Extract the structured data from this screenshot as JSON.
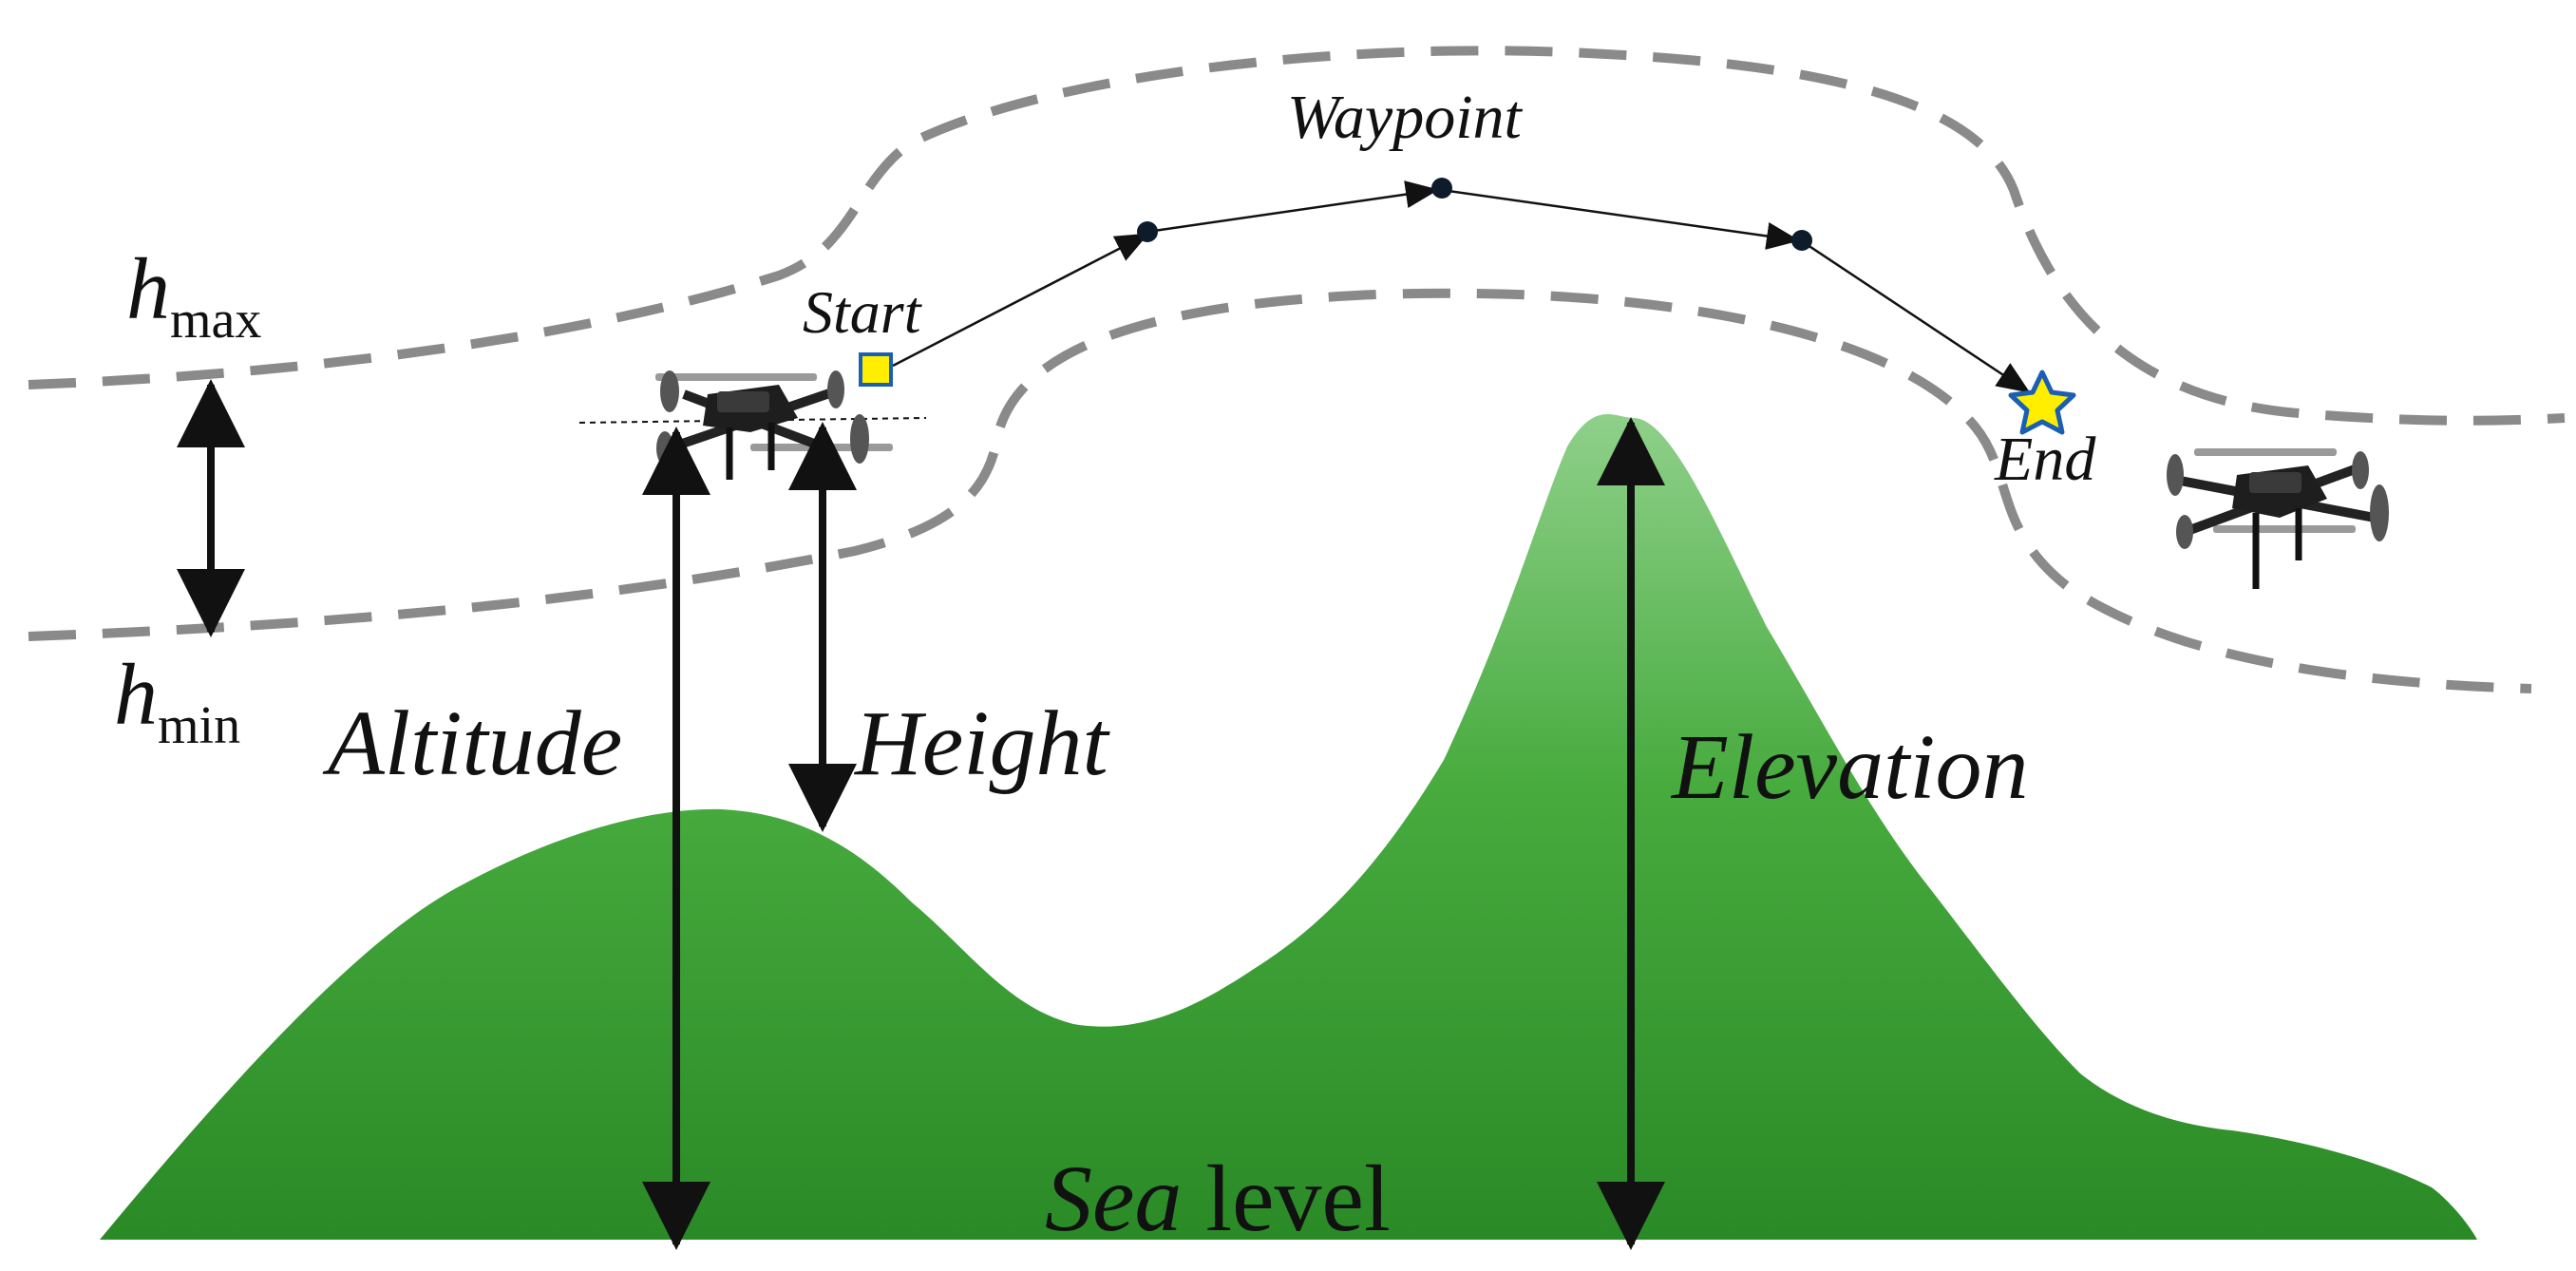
{
  "labels": {
    "h_symbol": "h",
    "hmax_sub": "max",
    "hmin_sub": "min",
    "start": "Start",
    "waypoint": "Waypoint",
    "end": "End",
    "altitude": "Altitude",
    "height": "Height",
    "elevation": "Elevation",
    "sea_italic": "Sea",
    "sea_rest": " level"
  },
  "colors": {
    "terrain_light": "#8fd08a",
    "terrain_mid": "#47ab3e",
    "terrain_dark": "#2a8a26",
    "corridor_dash": "#8a8a8a",
    "arrow": "#111111",
    "start_fill": "#ffee00",
    "start_stroke": "#1a5fb4",
    "end_fill": "#ffee00",
    "end_stroke": "#1a5fb4",
    "waypoint": "#0d1b2a"
  },
  "icons": {
    "start_marker": "yellow-square",
    "end_marker": "yellow-star",
    "waypoint_marker": "dark-dot",
    "vehicle": "quadcopter-drone-icon"
  }
}
